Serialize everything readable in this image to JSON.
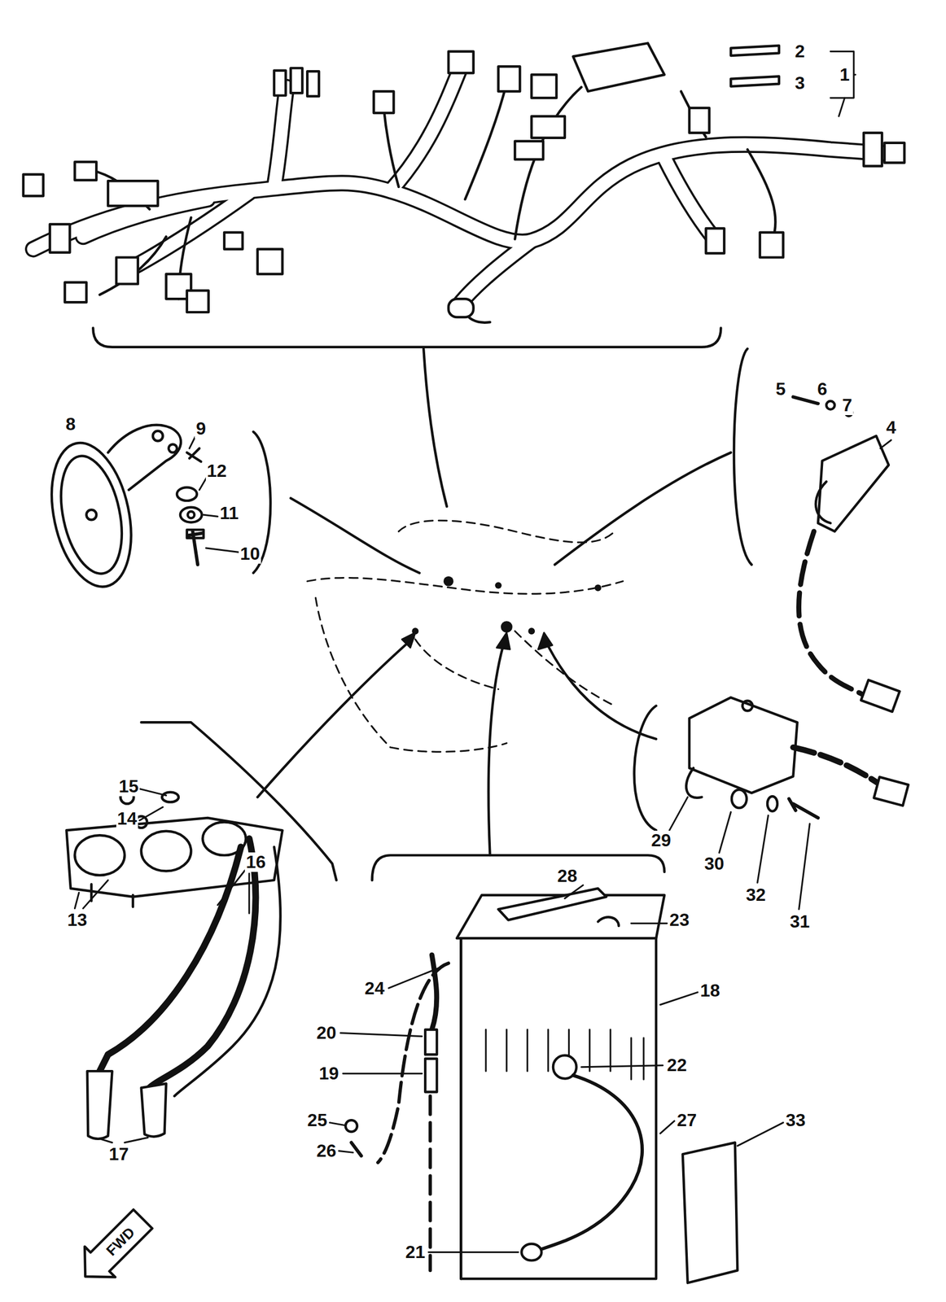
{
  "diagram": {
    "labels": [
      "2",
      "3",
      "1",
      "5",
      "6",
      "7",
      "4",
      "8",
      "9",
      "12",
      "11",
      "10",
      "15",
      "14",
      "13",
      "16",
      "17",
      "28",
      "23",
      "24",
      "18",
      "20",
      "22",
      "19",
      "25",
      "26",
      "27",
      "33",
      "21",
      "29",
      "30",
      "32",
      "31",
      "FWD"
    ]
  }
}
